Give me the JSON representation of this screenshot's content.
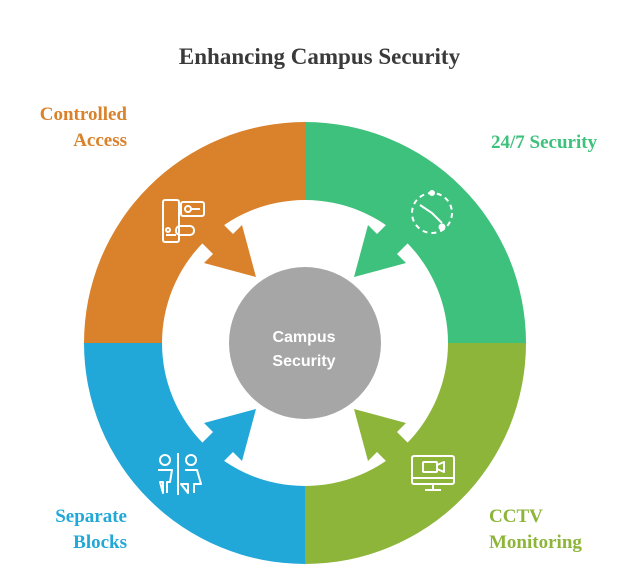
{
  "title": "Enhancing Campus Security",
  "center": {
    "line1": "Campus",
    "line2": "Security"
  },
  "segments": [
    {
      "id": "controlled-access",
      "line1": "Controlled",
      "line2": "Access",
      "color": "#D9822B",
      "icon": "door-lock-icon"
    },
    {
      "id": "security-247",
      "line1": "24/7 Security",
      "line2": "",
      "color": "#3EC17C",
      "icon": "clock-icon"
    },
    {
      "id": "cctv-monitoring",
      "line1": "CCTV",
      "line2": "Monitoring",
      "color": "#8DB53A",
      "icon": "monitor-camera-icon"
    },
    {
      "id": "separate-blocks",
      "line1": "Separate",
      "line2": "Blocks",
      "color": "#22A8D8",
      "icon": "restroom-icon"
    }
  ],
  "colors": {
    "center": "#A6A6A6",
    "title": "#3A3A3A",
    "background": "#FFFFFF"
  }
}
